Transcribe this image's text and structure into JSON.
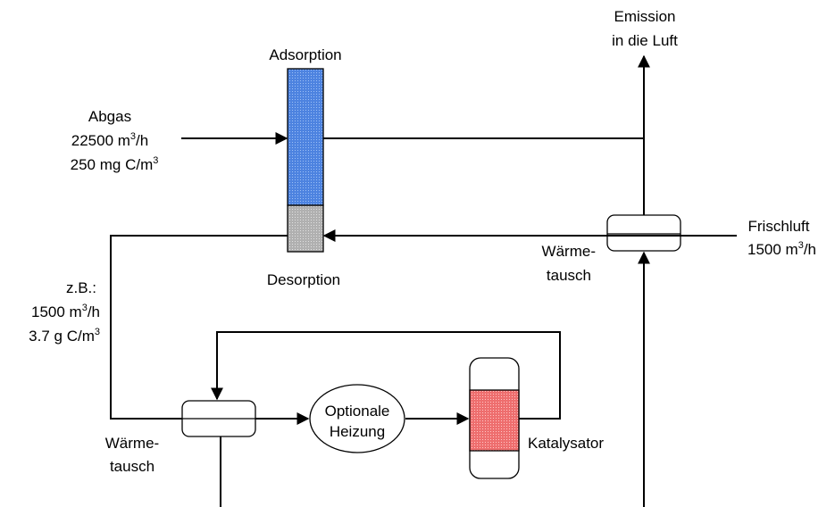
{
  "labels": {
    "adsorption": "Adsorption",
    "desorption": "Desorption",
    "abgas": {
      "name": "Abgas",
      "flow_value": "22500 m",
      "flow_sup": "3",
      "flow_unit": "/h",
      "conc_value": "250 mg C/m",
      "conc_sup": "3"
    },
    "emission": {
      "line1": "Emission",
      "line2": "in die Luft"
    },
    "frischluft": {
      "name": "Frischluft",
      "flow_value": "1500 m",
      "flow_sup": "3",
      "flow_unit": "/h"
    },
    "waermetausch_right": {
      "line1": "Wärme-",
      "line2": "tausch"
    },
    "waermetausch_left": {
      "line1": "Wärme-",
      "line2": "tausch"
    },
    "zb": {
      "line1": "z.B.:",
      "flow_value": "1500 m",
      "flow_sup": "3",
      "flow_unit": "/h",
      "conc_value": "3.7 g C/m",
      "conc_sup": "3"
    },
    "heizung": {
      "line1": "Optionale",
      "line2": "Heizung"
    },
    "katalysator": "Katalysator"
  },
  "colors": {
    "adsorption_fill": "#4d83e0",
    "desorption_fill": "#b8b8b8",
    "catalyst_fill": "#f07c7c",
    "line": "#000000"
  }
}
